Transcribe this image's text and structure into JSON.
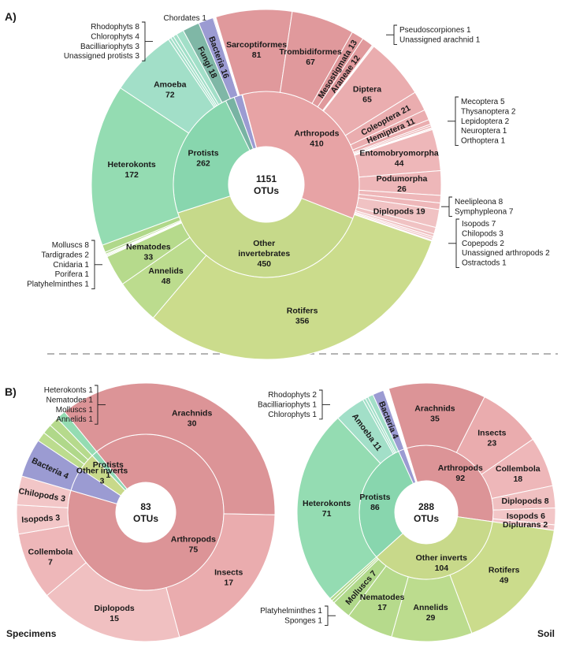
{
  "panel_a_label": "A)",
  "panel_b_label": "B)",
  "chart_data": [
    {
      "type": "sunburst",
      "panel": "A",
      "total": 1151,
      "center_label": [
        "1151",
        "OTUs"
      ],
      "colors": {
        "arthropods": "#e8a4a6",
        "protists": "#8fd8b4",
        "invertebrates": "#c8d98a",
        "bacteria": "#9c9bd0",
        "fungi": "#7fb7a6",
        "chordates": "#c9a1c2"
      },
      "inner": [
        {
          "name": "Arthropods",
          "value": 410,
          "color": "#e7a3a5",
          "label": [
            "Arthropods",
            "410"
          ]
        },
        {
          "name": "Other invertebrates",
          "value": 450,
          "color": "#c6d98a",
          "label": [
            "Other",
            "invertebrates",
            "450"
          ]
        },
        {
          "name": "Protists",
          "value": 262,
          "color": "#88d6ae",
          "label": [
            "Protists",
            "262"
          ]
        },
        {
          "name": "Fungi",
          "value": 18,
          "color": "#78b3a3"
        },
        {
          "name": "Bacteria",
          "value": 16,
          "color": "#9b9bd2"
        },
        {
          "name": "Chordates",
          "value": 1,
          "color": "#c8a0c6"
        }
      ],
      "outer": [
        {
          "name": "Sarcoptiformes",
          "value": 81,
          "color": "#e0999c",
          "label": [
            "Sarcoptiformes",
            "81"
          ]
        },
        {
          "name": "Trombidiformes",
          "value": 67,
          "color": "#e0999c",
          "label": [
            "Trombidiformes",
            "67"
          ]
        },
        {
          "name": "Mesostigmata",
          "value": 13,
          "color": "#e0999c",
          "label": [
            "Mesostigmata 13"
          ],
          "rotate": true
        },
        {
          "name": "Araneae",
          "value": 12,
          "color": "#e0999c",
          "label": [
            "Araneae 12"
          ],
          "rotate": true
        },
        {
          "name": "Pseudoscorpiones",
          "value": 1,
          "color": "#e0999c"
        },
        {
          "name": "Unassigned arachnid",
          "value": 1,
          "color": "#e0999c"
        },
        {
          "name": "Diptera",
          "value": 65,
          "color": "#eaadaf",
          "label": [
            "Diptera",
            "65"
          ]
        },
        {
          "name": "Coleoptera",
          "value": 21,
          "color": "#eaadaf",
          "label": [
            "Coleoptera 21"
          ],
          "rotate": true
        },
        {
          "name": "Hemiptera",
          "value": 11,
          "color": "#eaadaf",
          "label": [
            "Hemiptera 11"
          ],
          "rotate": true
        },
        {
          "name": "Mecoptera",
          "value": 5,
          "color": "#eaadaf"
        },
        {
          "name": "Thysanoptera",
          "value": 2,
          "color": "#eaadaf"
        },
        {
          "name": "Lepidoptera",
          "value": 2,
          "color": "#eaadaf"
        },
        {
          "name": "Neuroptera",
          "value": 1,
          "color": "#eaadaf"
        },
        {
          "name": "Orthoptera",
          "value": 1,
          "color": "#eaadaf"
        },
        {
          "name": "Entomobryomorpha",
          "value": 44,
          "color": "#eeb7b9",
          "label": [
            "Entomobryomorpha",
            "44"
          ]
        },
        {
          "name": "Podumorpha",
          "value": 26,
          "color": "#eeb7b9",
          "label": [
            "Podumorpha",
            "26"
          ]
        },
        {
          "name": "Neelipleona",
          "value": 8,
          "color": "#eeb7b9"
        },
        {
          "name": "Symphypleona",
          "value": 7,
          "color": "#eeb7b9"
        },
        {
          "name": "Diplopods",
          "value": 19,
          "color": "#f0c2c3",
          "label": [
            "Diplopods 19"
          ]
        },
        {
          "name": "Isopods",
          "value": 7,
          "color": "#f0c2c3"
        },
        {
          "name": "Chilopods",
          "value": 3,
          "color": "#f0c2c3"
        },
        {
          "name": "Copepods",
          "value": 2,
          "color": "#f0c2c3"
        },
        {
          "name": "Unassigned arthropods",
          "value": 2,
          "color": "#f0c2c3"
        },
        {
          "name": "Ostractods",
          "value": 1,
          "color": "#f0c2c3"
        },
        {
          "name": "Rotifers",
          "value": 356,
          "color": "#cbdc8c",
          "label": [
            "Rotifers",
            "356"
          ]
        },
        {
          "name": "Annelids",
          "value": 48,
          "color": "#bcdc8e",
          "label": [
            "Annelids",
            "48"
          ]
        },
        {
          "name": "Nematodes",
          "value": 33,
          "color": "#b6da8c",
          "label": [
            "Nematodes",
            "33"
          ]
        },
        {
          "name": "Platyhelminthes",
          "value": 1,
          "color": "#b0d88a"
        },
        {
          "name": "Porifera",
          "value": 1,
          "color": "#b0d88a"
        },
        {
          "name": "Cnidaria",
          "value": 1,
          "color": "#b0d88a"
        },
        {
          "name": "Tardigrades",
          "value": 2,
          "color": "#b0d88a"
        },
        {
          "name": "Molluscs",
          "value": 8,
          "color": "#b0d88a"
        },
        {
          "name": "Heterokonts",
          "value": 172,
          "color": "#94dcb2",
          "label": [
            "Heterokonts",
            "172"
          ]
        },
        {
          "name": "Amoeba",
          "value": 72,
          "color": "#a2dfc8",
          "label": [
            "Amoeba",
            "72"
          ]
        },
        {
          "name": "Unassigned protists",
          "value": 3,
          "color": "#a2dfc8"
        },
        {
          "name": "Bacilliariophyts",
          "value": 3,
          "color": "#a2dfc8"
        },
        {
          "name": "Chlorophyts",
          "value": 4,
          "color": "#a2dfc8"
        },
        {
          "name": "Rhodophyts",
          "value": 8,
          "color": "#a2dfc8"
        },
        {
          "name": "Fungi",
          "value": 18,
          "color": "#7fb7a6",
          "label": [
            "Fungi 18"
          ],
          "rotate": true
        },
        {
          "name": "Bacteria",
          "value": 16,
          "color": "#9b9bd2",
          "label": [
            "Bacteria 16"
          ],
          "rotate": true
        },
        {
          "name": "Chordates",
          "value": 1,
          "color": "#c8a0c6"
        }
      ],
      "callouts": [
        {
          "lines": [
            "Chordates 1"
          ],
          "anchor": "end"
        },
        {
          "lines": [
            "Rhodophyts  8",
            "Chlorophyts  4",
            "Bacilliariophyts  3",
            "Unassigned protists  3"
          ],
          "anchor": "end"
        },
        {
          "lines": [
            "Pseudoscorpiones  1",
            "Unassigned arachnid  1"
          ],
          "anchor": "start"
        },
        {
          "lines": [
            "Mecoptera  5",
            "Thysanoptera  2",
            "Lepidoptera  2",
            "Neuroptera  1",
            "Orthoptera  1"
          ],
          "anchor": "start"
        },
        {
          "lines": [
            "Neelipleona  8",
            "Symphypleona  7"
          ],
          "anchor": "start"
        },
        {
          "lines": [
            "Isopods  7",
            "Chilopods  3",
            "Copepods  2",
            "Unassigned arthropods  2",
            "Ostractods  1"
          ],
          "anchor": "start"
        },
        {
          "lines": [
            "Molluscs  8",
            "Tardigrades  2",
            "Cnidaria  1",
            "Porifera  1",
            "Platyhelminthes  1"
          ],
          "anchor": "end"
        }
      ]
    },
    {
      "type": "sunburst",
      "panel": "B-specimens",
      "total": 83,
      "center_label": [
        "83",
        "OTUs"
      ],
      "footer_label": "Specimens",
      "inner": [
        {
          "name": "Arthropods",
          "value": 75,
          "color": "#dc9497",
          "label": [
            "Arthropods",
            "75"
          ]
        },
        {
          "name": "Bacteria",
          "value": 4,
          "color": "#9b9bd2"
        },
        {
          "name": "Other inverts",
          "value": 3,
          "color": "#c8d98a",
          "label": [
            "Other inverts",
            "3"
          ]
        },
        {
          "name": "Protists",
          "value": 1,
          "color": "#8fd8b4",
          "label": [
            "Protists",
            "1"
          ]
        }
      ],
      "outer": [
        {
          "name": "Arachnids",
          "value": 30,
          "color": "#dc9497",
          "label": [
            "Arachnids",
            "30"
          ]
        },
        {
          "name": "Insects",
          "value": 17,
          "color": "#eaacae",
          "label": [
            "Insects",
            "17"
          ]
        },
        {
          "name": "Diplopods",
          "value": 15,
          "color": "#f0c0c1",
          "label": [
            "Diplopods",
            "15"
          ]
        },
        {
          "name": "Collembola",
          "value": 7,
          "color": "#eeb7b9",
          "label": [
            "Collembola",
            "7"
          ]
        },
        {
          "name": "Isopods",
          "value": 3,
          "color": "#f2c6c7",
          "label": [
            "Isopods  3"
          ],
          "rotate": true
        },
        {
          "name": "Chilopods",
          "value": 3,
          "color": "#f2c6c7",
          "label": [
            "Chilopods  3"
          ],
          "rotate": true
        },
        {
          "name": "Bacteria",
          "value": 4,
          "color": "#9b9bd2",
          "label": [
            "Bacteria 4"
          ],
          "rotate": true
        },
        {
          "name": "Annelids",
          "value": 1,
          "color": "#bcdc8e"
        },
        {
          "name": "Molluscs",
          "value": 1,
          "color": "#b0d88a"
        },
        {
          "name": "Nematodes",
          "value": 1,
          "color": "#b6da8c"
        },
        {
          "name": "Heterokonts",
          "value": 1,
          "color": "#94dcb2"
        }
      ],
      "callouts": [
        {
          "lines": [
            "Heterokonts  1",
            "Nematodes 1",
            "Molluscs  1",
            "Annelids  1"
          ],
          "anchor": "end"
        }
      ]
    },
    {
      "type": "sunburst",
      "panel": "B-soil",
      "total": 288,
      "center_label": [
        "288",
        "OTUs"
      ],
      "footer_label": "Soil",
      "inner": [
        {
          "name": "Arthropods",
          "value": 92,
          "color": "#dc9497",
          "label": [
            "Arthropods",
            "92"
          ]
        },
        {
          "name": "Other inverts",
          "value": 104,
          "color": "#c8d98a",
          "label": [
            "Other inverts",
            "104"
          ]
        },
        {
          "name": "Protists",
          "value": 86,
          "color": "#88d6ae",
          "label": [
            "Protists",
            "86"
          ]
        },
        {
          "name": "Bacteria",
          "value": 4,
          "color": "#9b9bd2"
        }
      ],
      "outer": [
        {
          "name": "Arachnids",
          "value": 35,
          "color": "#dc9497",
          "label": [
            "Arachnids",
            "35"
          ]
        },
        {
          "name": "Insects",
          "value": 23,
          "color": "#eaacae",
          "label": [
            "Insects",
            "23"
          ]
        },
        {
          "name": "Collembola",
          "value": 18,
          "color": "#eeb7b9",
          "label": [
            "Collembola",
            "18"
          ]
        },
        {
          "name": "Diplopods",
          "value": 8,
          "color": "#f0c0c1",
          "label": [
            "Diplopods  8"
          ]
        },
        {
          "name": "Isopods",
          "value": 6,
          "color": "#f2c6c7",
          "label": [
            "Isopods  6"
          ]
        },
        {
          "name": "Diplurans",
          "value": 2,
          "color": "#f2c6c7",
          "label": [
            "Diplurans  2"
          ]
        },
        {
          "name": "Rotifers",
          "value": 49,
          "color": "#cbdc8c",
          "label": [
            "Rotifers",
            "49"
          ]
        },
        {
          "name": "Annelids",
          "value": 29,
          "color": "#bcdc8e",
          "label": [
            "Annelids",
            "29"
          ]
        },
        {
          "name": "Nematodes",
          "value": 17,
          "color": "#b6da8c",
          "label": [
            "Nematodes",
            "17"
          ]
        },
        {
          "name": "Molluscs",
          "value": 7,
          "color": "#b0d88a",
          "label": [
            "Molluscs  7"
          ],
          "rotate": true
        },
        {
          "name": "Sponges",
          "value": 1,
          "color": "#b0d88a"
        },
        {
          "name": "Platyhelminthes",
          "value": 1,
          "color": "#b0d88a"
        },
        {
          "name": "Heterokonts",
          "value": 71,
          "color": "#94dcb2",
          "label": [
            "Heterokonts",
            "71"
          ]
        },
        {
          "name": "Amoeba",
          "value": 11,
          "color": "#a2dfc8",
          "label": [
            "Amoeba 11"
          ],
          "rotate": true
        },
        {
          "name": "Chlorophyts",
          "value": 1,
          "color": "#a2dfc8"
        },
        {
          "name": "Bacilliariophyts",
          "value": 1,
          "color": "#a2dfc8"
        },
        {
          "name": "Rhodophyts",
          "value": 2,
          "color": "#a2dfc8"
        },
        {
          "name": "Bacteria",
          "value": 4,
          "color": "#9b9bd2",
          "label": [
            "Bacteria  4"
          ],
          "rotate": true
        }
      ],
      "callouts": [
        {
          "lines": [
            "Rhodophyts  2",
            "Bacilliariophyts  1",
            "Chlorophyts  1"
          ],
          "anchor": "end"
        },
        {
          "lines": [
            "Platyhelminthes  1",
            "Sponges  1"
          ],
          "anchor": "end"
        }
      ]
    }
  ]
}
